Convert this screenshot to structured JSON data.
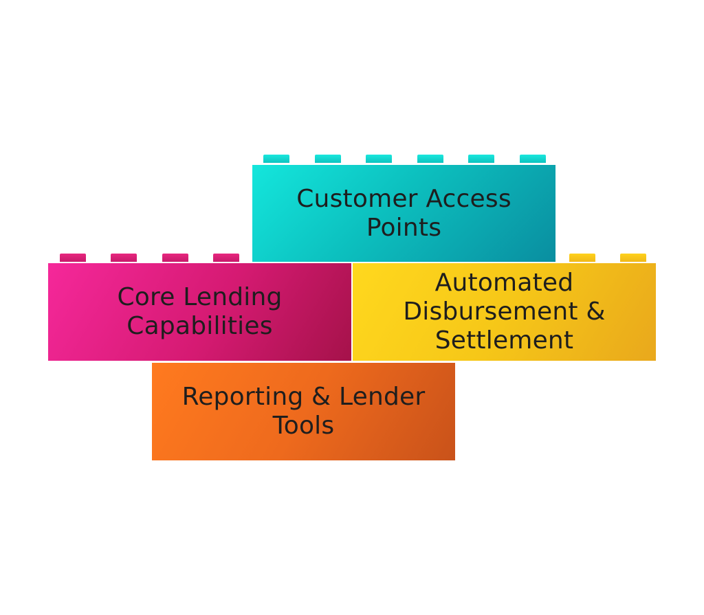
{
  "blocks": {
    "customer_access": {
      "label": "Customer Access\nPoints",
      "color": "#0cbfbe"
    },
    "core_lending": {
      "label": "Core Lending\nCapabilities",
      "color": "#d51a72"
    },
    "automated_disbursement": {
      "label": "Automated\nDisbursement &\nSettlement",
      "color": "#f6c718"
    },
    "reporting_tools": {
      "label": "Reporting & Lender\nTools",
      "color": "#ee6a1d"
    }
  }
}
